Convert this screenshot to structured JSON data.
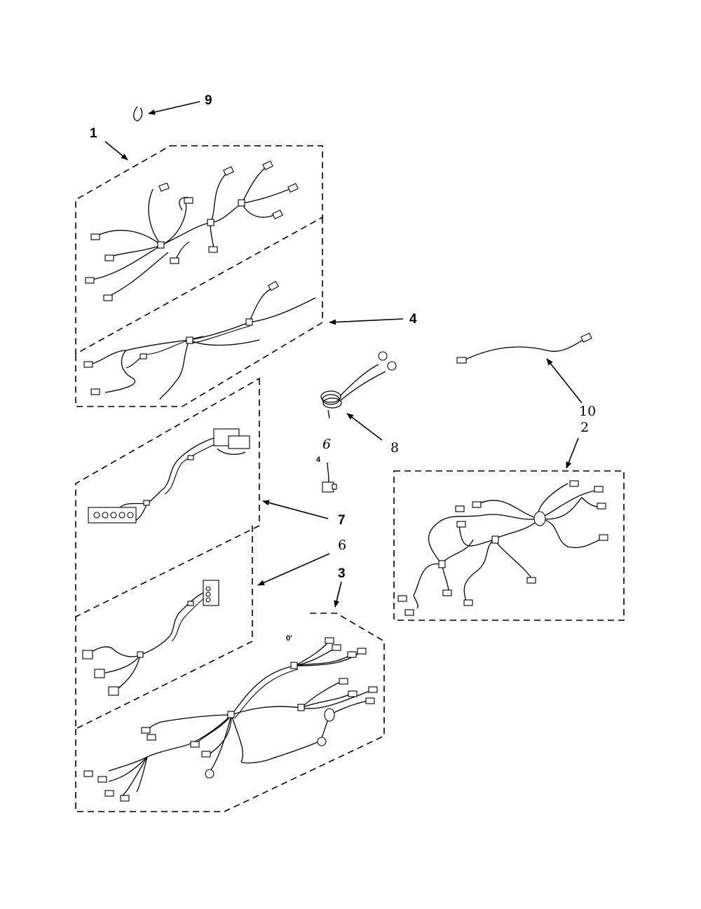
{
  "callouts": {
    "c9": "9",
    "c1": "1",
    "c4": "4",
    "c10": "10",
    "c2": "2",
    "c8": "8",
    "c4small": "4",
    "c6small": "6",
    "c7": "7",
    "c6": "6",
    "c3": "3",
    "c0": "0'"
  }
}
